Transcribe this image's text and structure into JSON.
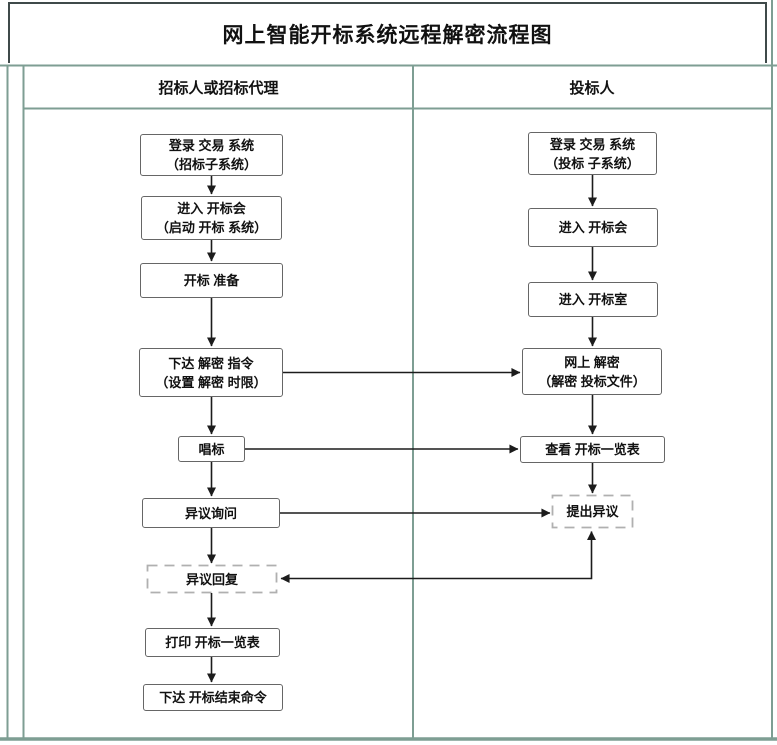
{
  "title": "网上智能开标系统远程解密流程图",
  "lanes": {
    "left_header": "招标人或招标代理",
    "right_header": "投标人"
  },
  "flow": {
    "left": [
      {
        "lines": [
          "登录 交易 系统",
          "（招标子系统）"
        ]
      },
      {
        "lines": [
          "进入 开标会",
          "（启动 开标 系统）"
        ]
      },
      {
        "lines": [
          "开标 准备"
        ]
      },
      {
        "lines": [
          "下达 解密 指令",
          "（设置 解密 时限）"
        ]
      },
      {
        "lines": [
          "唱标"
        ]
      },
      {
        "lines": [
          "异议询问"
        ]
      },
      {
        "lines": [
          "异议回复"
        ],
        "style": "dashed"
      },
      {
        "lines": [
          "打印 开标一览表"
        ]
      },
      {
        "lines": [
          "下达 开标结束命令"
        ]
      }
    ],
    "right": [
      {
        "lines": [
          "登录 交易 系统",
          "（投标 子系统）"
        ]
      },
      {
        "lines": [
          "进入 开标会"
        ]
      },
      {
        "lines": [
          "进入 开标室"
        ]
      },
      {
        "lines": [
          "网上 解密",
          "（解密 投标文件）"
        ]
      },
      {
        "lines": [
          "查看 开标一览表"
        ]
      },
      {
        "lines": [
          "提出异议"
        ],
        "style": "dashed"
      }
    ]
  },
  "colors": {
    "frame-green": "#7E9E93",
    "title-border": "#3F4A4A",
    "box-border": "#666666",
    "arrow": "#1C1C1C",
    "dashed-border": "#B0B0B0",
    "text": "#111111"
  }
}
